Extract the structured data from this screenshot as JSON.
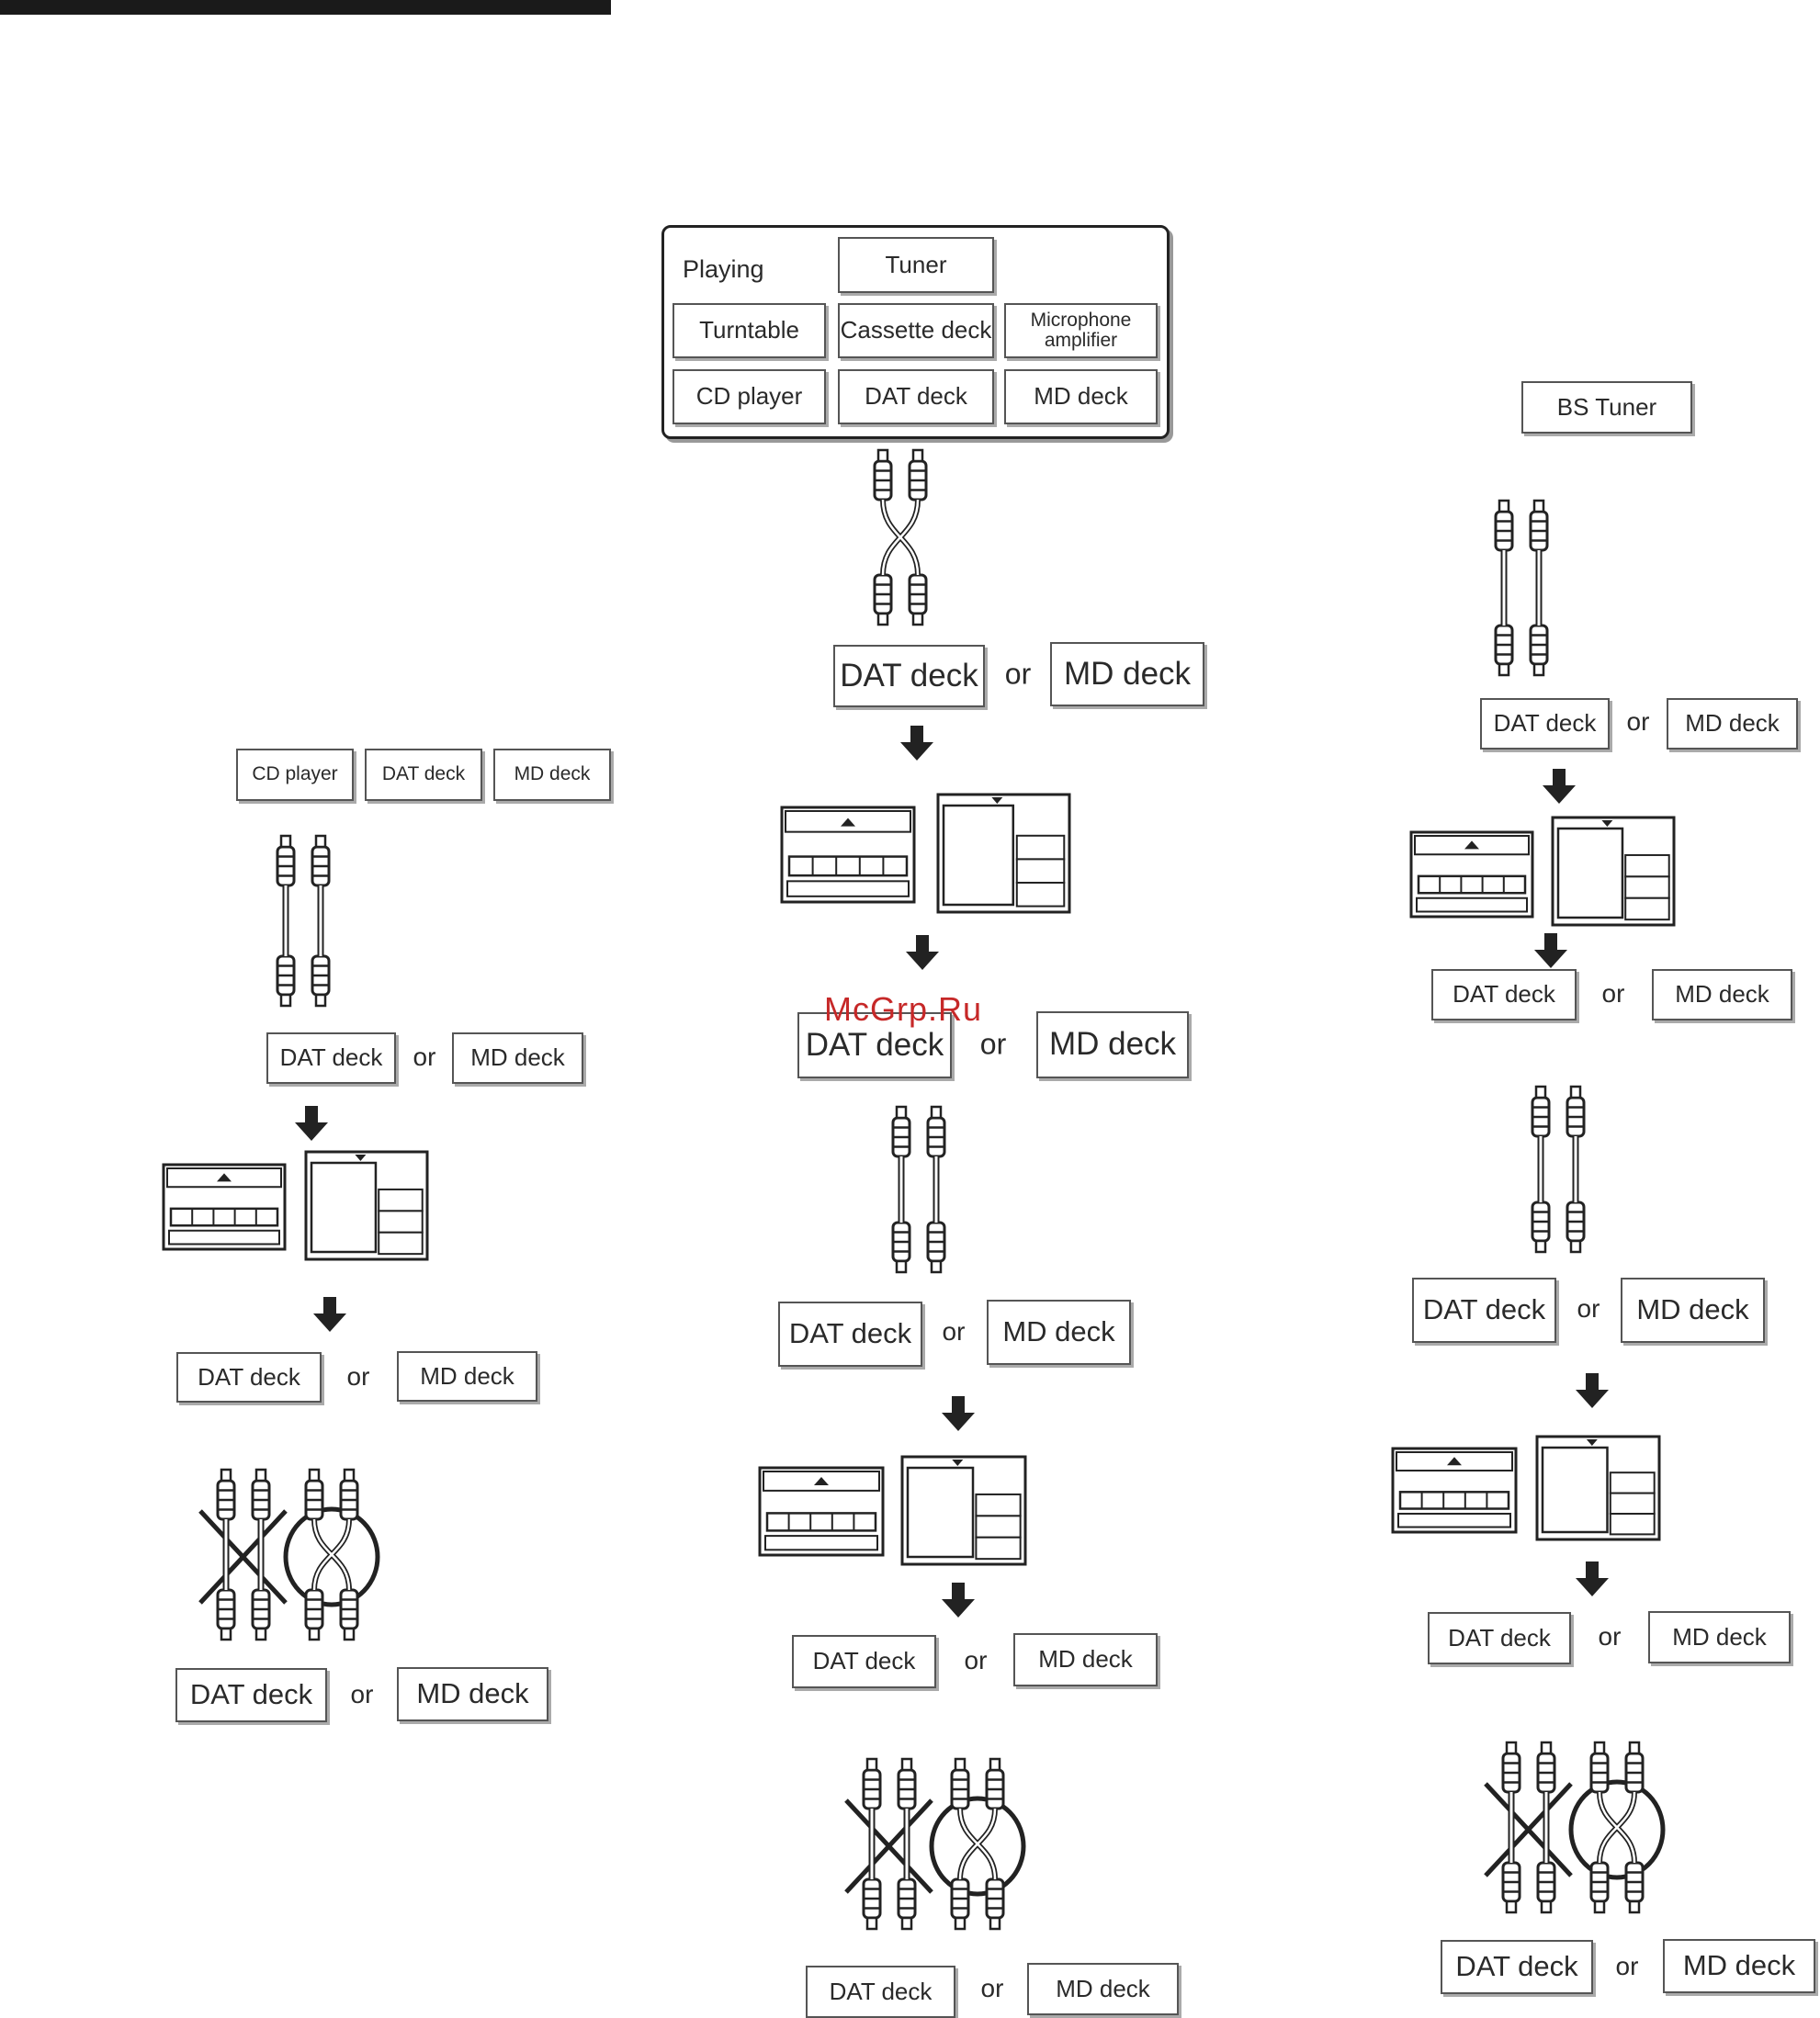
{
  "watermark": "McGrp.Ru",
  "source_panel": {
    "playing_label": "Playing",
    "sources": [
      "Tuner",
      "Turntable",
      "Cassette deck",
      "Microphone amplifier",
      "CD player",
      "DAT deck",
      "MD deck"
    ]
  },
  "labels": {
    "cd_player": "CD player",
    "dat_deck": "DAT deck",
    "md_deck": "MD deck",
    "bs_tuner": "BS Tuner",
    "or": "or"
  },
  "icons": {
    "cable": "stereo-rca-cable-icon",
    "arrow": "down-arrow-icon",
    "deck": "cassette-deck-icon",
    "recorder": "md-recorder-icon"
  },
  "colors": {
    "ink": "#222222",
    "box_border": "#555555",
    "watermark": "#c62828"
  }
}
